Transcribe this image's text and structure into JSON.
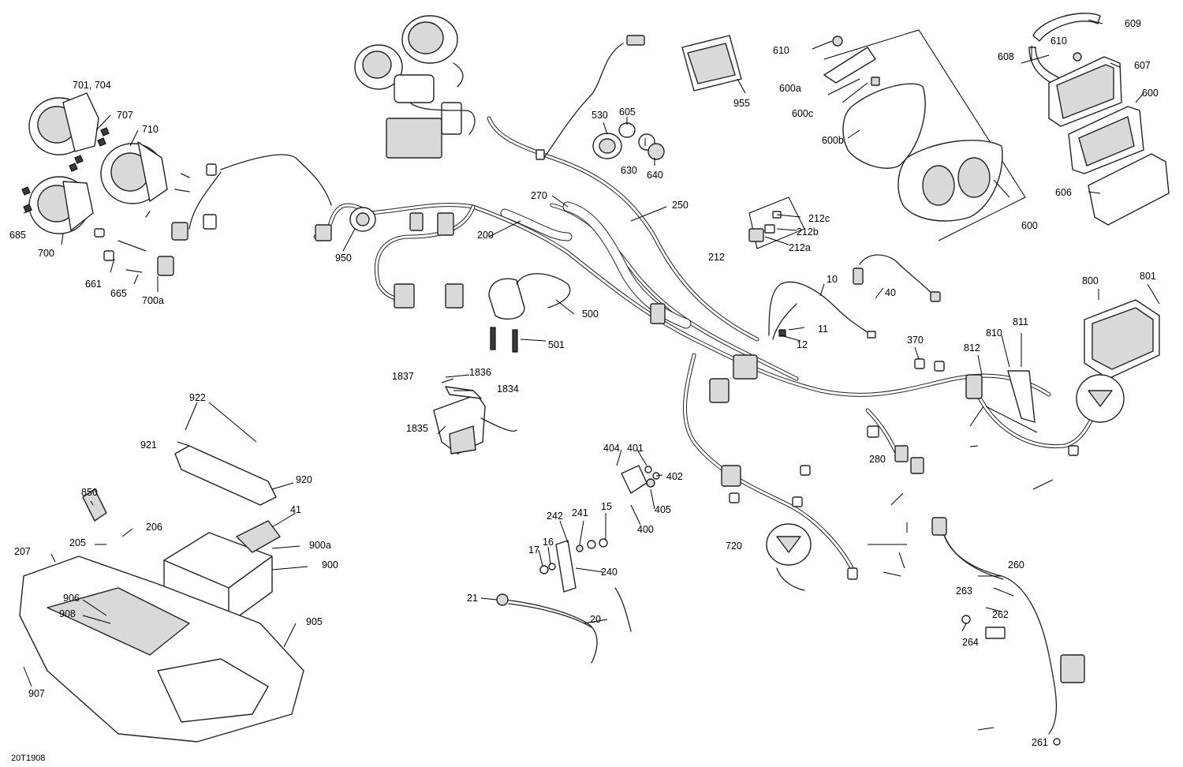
{
  "drawing_ref": "20T1908",
  "callouts": [
    {
      "id": "c701",
      "text": "701, 704"
    },
    {
      "id": "c707",
      "text": "707"
    },
    {
      "id": "c710",
      "text": "710"
    },
    {
      "id": "c685",
      "text": "685"
    },
    {
      "id": "c700",
      "text": "700"
    },
    {
      "id": "c661",
      "text": "661"
    },
    {
      "id": "c665",
      "text": "665"
    },
    {
      "id": "c700a",
      "text": "700a"
    },
    {
      "id": "c950",
      "text": "950"
    },
    {
      "id": "c200",
      "text": "200"
    },
    {
      "id": "c270",
      "text": "270"
    },
    {
      "id": "c250",
      "text": "250"
    },
    {
      "id": "c530",
      "text": "530"
    },
    {
      "id": "c605",
      "text": "605"
    },
    {
      "id": "c630",
      "text": "630"
    },
    {
      "id": "c640",
      "text": "640"
    },
    {
      "id": "c955",
      "text": "955"
    },
    {
      "id": "c610a",
      "text": "610"
    },
    {
      "id": "c600a",
      "text": "600a"
    },
    {
      "id": "c600c",
      "text": "600c"
    },
    {
      "id": "c600b",
      "text": "600b"
    },
    {
      "id": "c600r",
      "text": "600"
    },
    {
      "id": "c609",
      "text": "609"
    },
    {
      "id": "c608",
      "text": "608"
    },
    {
      "id": "c610b",
      "text": "610"
    },
    {
      "id": "c607",
      "text": "607"
    },
    {
      "id": "c600t",
      "text": "600"
    },
    {
      "id": "c606",
      "text": "606"
    },
    {
      "id": "c212c",
      "text": "212c"
    },
    {
      "id": "c212b",
      "text": "212b"
    },
    {
      "id": "c212",
      "text": "212"
    },
    {
      "id": "c212a",
      "text": "212a"
    },
    {
      "id": "c500",
      "text": "500"
    },
    {
      "id": "c501",
      "text": "501"
    },
    {
      "id": "c10",
      "text": "10"
    },
    {
      "id": "c40",
      "text": "40"
    },
    {
      "id": "c11",
      "text": "11"
    },
    {
      "id": "c12",
      "text": "12"
    },
    {
      "id": "c800",
      "text": "800"
    },
    {
      "id": "c801",
      "text": "801"
    },
    {
      "id": "c370",
      "text": "370"
    },
    {
      "id": "c810",
      "text": "810"
    },
    {
      "id": "c811",
      "text": "811"
    },
    {
      "id": "c812",
      "text": "812"
    },
    {
      "id": "c1837",
      "text": "1837"
    },
    {
      "id": "c1836",
      "text": "1836"
    },
    {
      "id": "c1834",
      "text": "1834"
    },
    {
      "id": "c1835",
      "text": "1835"
    },
    {
      "id": "c922",
      "text": "922"
    },
    {
      "id": "c921",
      "text": "921"
    },
    {
      "id": "c920",
      "text": "920"
    },
    {
      "id": "c850",
      "text": "850"
    },
    {
      "id": "c206",
      "text": "206"
    },
    {
      "id": "c41",
      "text": "41"
    },
    {
      "id": "c205",
      "text": "205"
    },
    {
      "id": "c207",
      "text": "207"
    },
    {
      "id": "c900a",
      "text": "900a"
    },
    {
      "id": "c900",
      "text": "900"
    },
    {
      "id": "c906",
      "text": "906"
    },
    {
      "id": "c908",
      "text": "908"
    },
    {
      "id": "c905",
      "text": "905"
    },
    {
      "id": "c907",
      "text": "907"
    },
    {
      "id": "c404",
      "text": "404"
    },
    {
      "id": "c401",
      "text": "401"
    },
    {
      "id": "c402",
      "text": "402"
    },
    {
      "id": "c405",
      "text": "405"
    },
    {
      "id": "c400",
      "text": "400"
    },
    {
      "id": "c242",
      "text": "242"
    },
    {
      "id": "c241",
      "text": "241"
    },
    {
      "id": "c15",
      "text": "15"
    },
    {
      "id": "c17",
      "text": "17"
    },
    {
      "id": "c16",
      "text": "16"
    },
    {
      "id": "c240",
      "text": "240"
    },
    {
      "id": "c21",
      "text": "21"
    },
    {
      "id": "c20",
      "text": "20"
    },
    {
      "id": "c280",
      "text": "280"
    },
    {
      "id": "c720",
      "text": "720"
    },
    {
      "id": "c260",
      "text": "260"
    },
    {
      "id": "c263",
      "text": "263"
    },
    {
      "id": "c262",
      "text": "262"
    },
    {
      "id": "c264",
      "text": "264"
    },
    {
      "id": "c261",
      "text": "261"
    }
  ]
}
